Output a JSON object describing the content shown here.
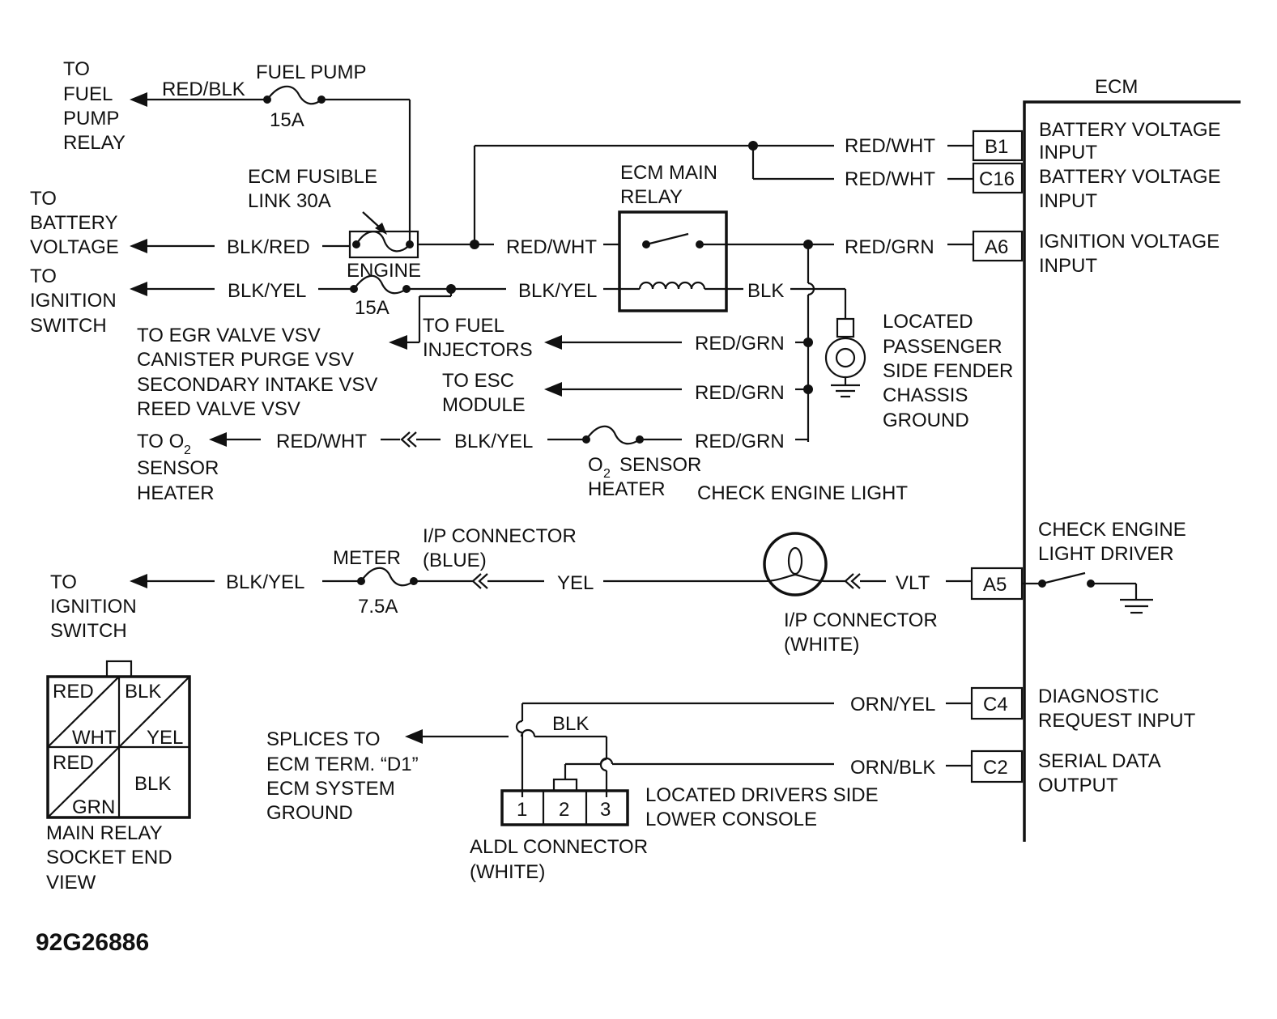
{
  "figure_code": "92G26886",
  "ecm": {
    "title": "ECM",
    "pins": [
      {
        "pin": "B1",
        "wire": "RED/WHT",
        "function": [
          "BATTERY VOLTAGE",
          "INPUT"
        ]
      },
      {
        "pin": "C16",
        "wire": "RED/WHT",
        "function": [
          "BATTERY VOLTAGE",
          "INPUT"
        ]
      },
      {
        "pin": "A6",
        "wire": "RED/GRN",
        "function": [
          "IGNITION VOLTAGE",
          "INPUT"
        ]
      },
      {
        "pin": "A5",
        "wire": "VLT",
        "function": [
          "CHECK ENGINE",
          "LIGHT DRIVER"
        ]
      },
      {
        "pin": "C4",
        "wire": "ORN/YEL",
        "function": [
          "DIAGNOSTIC",
          "REQUEST INPUT"
        ]
      },
      {
        "pin": "C2",
        "wire": "ORN/BLK",
        "function": [
          "SERIAL DATA",
          "OUTPUT"
        ]
      }
    ]
  },
  "fuses": {
    "fuel_pump": {
      "name": "FUEL PUMP",
      "rating": "15A"
    },
    "fusible_link": {
      "name": [
        "ECM FUSIBLE",
        "LINK 30A"
      ]
    },
    "engine": {
      "name": "ENGINE",
      "rating": "15A"
    },
    "o2_heater": {
      "name": [
        "O",
        "2",
        "SENSOR",
        "HEATER"
      ]
    },
    "meter": {
      "name": "METER",
      "rating": "7.5A"
    }
  },
  "relay": {
    "name": [
      "ECM MAIN",
      "RELAY"
    ]
  },
  "wires": {
    "red_blk": "RED/BLK",
    "blk_red": "BLK/RED",
    "blk_yel": "BLK/YEL",
    "red_wht": "RED/WHT",
    "red_grn": "RED/GRN",
    "blk": "BLK",
    "yel": "YEL",
    "vlt": "VLT",
    "orn_yel": "ORN/YEL",
    "orn_blk": "ORN/BLK"
  },
  "destinations": {
    "fuel_pump_relay": [
      "TO",
      "FUEL",
      "PUMP",
      "RELAY"
    ],
    "battery_voltage": [
      "TO",
      "BATTERY",
      "VOLTAGE"
    ],
    "ignition_switch_1": [
      "TO",
      "IGNITION",
      "SWITCH"
    ],
    "vsv": [
      "TO EGR VALVE VSV",
      "CANISTER PURGE VSV",
      "SECONDARY INTAKE VSV",
      "REED VALVE VSV"
    ],
    "fuel_injectors": [
      "TO FUEL",
      "INJECTORS"
    ],
    "esc_module": [
      "TO ESC",
      "MODULE"
    ],
    "o2_sensor_heater": [
      "TO O",
      "2",
      "SENSOR",
      "HEATER"
    ],
    "ignition_switch_2": [
      "TO",
      "IGNITION",
      "SWITCH"
    ],
    "splices": [
      "SPLICES TO",
      "ECM TERM. “D1”",
      "ECM SYSTEM",
      "GROUND"
    ]
  },
  "ground": {
    "label": [
      "LOCATED",
      "PASSENGER",
      "SIDE FENDER",
      "CHASSIS",
      "GROUND"
    ]
  },
  "check_engine_light": {
    "label": "CHECK ENGINE LIGHT"
  },
  "connectors": {
    "ip_blue": [
      "I/P CONNECTOR",
      "(BLUE)"
    ],
    "ip_white": [
      "I/P CONNECTOR",
      "(WHITE)"
    ],
    "aldl": {
      "name": [
        "ALDL CONNECTOR",
        "(WHITE)"
      ],
      "pins": [
        "1",
        "2",
        "3"
      ],
      "location": [
        "LOCATED DRIVERS SIDE",
        "LOWER CONSOLE"
      ]
    }
  },
  "relay_socket": {
    "cells": [
      {
        "top": "RED",
        "bottom": "WHT"
      },
      {
        "top": "BLK",
        "bottom": "YEL"
      },
      {
        "top": "RED",
        "bottom": "GRN"
      },
      {
        "center": "BLK"
      }
    ],
    "caption": [
      "MAIN RELAY",
      "SOCKET END",
      "VIEW"
    ]
  }
}
